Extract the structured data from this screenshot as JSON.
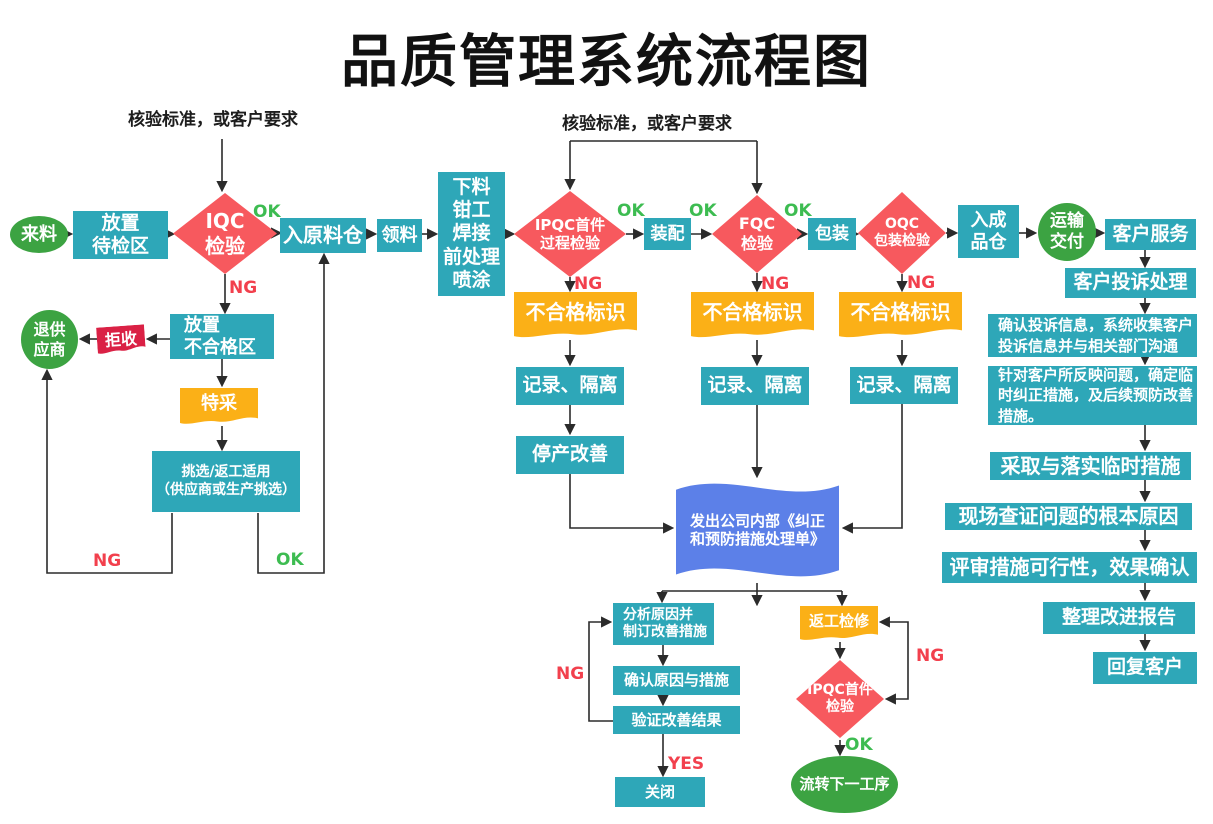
{
  "title": "品质管理系统流程图",
  "annotations": {
    "check_std_left": "核验标准，或客户要求",
    "check_std_right": "核验标准，或客户要求"
  },
  "edge_labels": {
    "ok": "OK",
    "ng": "NG",
    "yes": "YES"
  },
  "colors": {
    "teal_box": "#2EA7B8",
    "red_diamond": "#F7595E",
    "orange_flag": "#FBB017",
    "green_terminal": "#3CA342",
    "blue_banner": "#5C80E8",
    "crimson_flag": "#DA2145",
    "ok_green": "#3DBC51",
    "ng_red": "#F2404D",
    "line": "#2B2B2B"
  },
  "nodes": {
    "incoming_material": "来料",
    "place_pending_area": "放置\n待检区",
    "iqc": "IQC\n检验",
    "into_raw_warehouse": "入原料仓",
    "material_requisition": "领料",
    "processes": "下料\n钳工\n焊接\n前处理\n喷涂",
    "ipqc": "IPQC首件\n过程检验",
    "assembly": "装配",
    "fqc": "FQC\n检验",
    "packing": "包装",
    "oqc": "OQC\n包装检验",
    "into_finished_warehouse": "入成\n品仓",
    "transport_delivery": "运输\n交付",
    "customer_service": "客户服务",
    "complaint_handling": "客户投诉处理",
    "confirm_complaint": "确认投诉信息，系统收集客户\n投诉信息并与相关部门沟通",
    "temp_measures_plan": "针对客户所反映问题，确定临\n时纠正措施，及后续预防改善\n措施。",
    "implement_temp": "采取与落实临时措施",
    "verify_root_cause": "现场查证问题的根本原因",
    "review_measures": "评审措施可行性，效果确认",
    "improvement_report": "整理改进报告",
    "reply_customer": "回复客户",
    "return_supplier": "退供\n应商",
    "reject": "拒收",
    "place_defective_area": "放置\n不合格区",
    "special_acceptance": "特采",
    "sorting_rework": "挑选/返工适用\n（供应商或生产挑选）",
    "defective_label_1": "不合格标识",
    "defective_label_2": "不合格标识",
    "defective_label_3": "不合格标识",
    "record_isolate_1": "记录、隔离",
    "record_isolate_2": "记录、隔离",
    "record_isolate_3": "记录、隔离",
    "stop_production": "停产改善",
    "capa_banner": "发出公司内部《纠正\n和预防措施处理单》",
    "analyze_cause": "分析原因并\n制订改善措施",
    "confirm_cause": "确认原因与措施",
    "verify_results": "验证改善结果",
    "close": "关闭",
    "rework_repair": "返工检修",
    "ipqc_first": "IPQC首件\n检验",
    "next_process": "流转下一工序"
  }
}
